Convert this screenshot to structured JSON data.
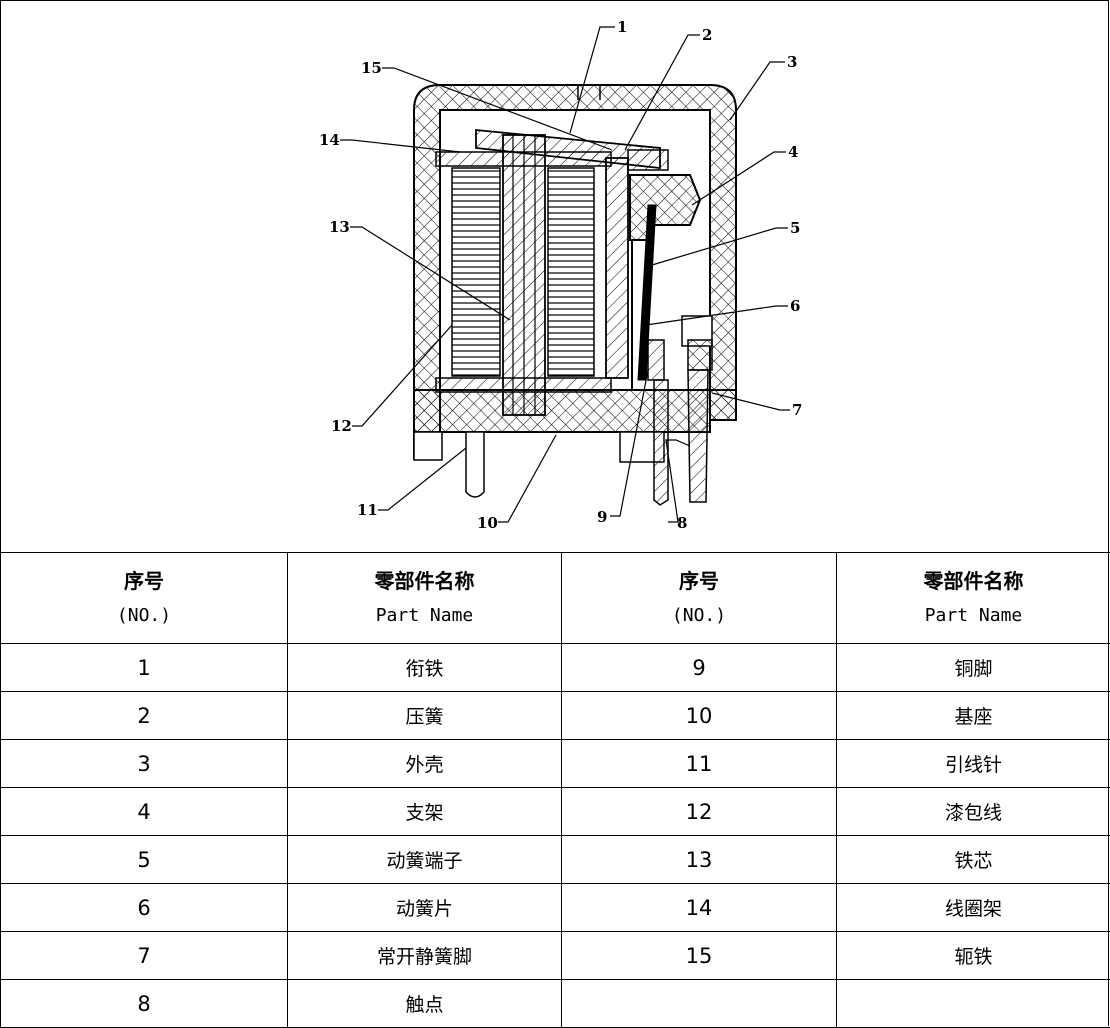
{
  "callouts": [
    "1",
    "2",
    "3",
    "4",
    "5",
    "6",
    "7",
    "8",
    "9",
    "10",
    "11",
    "12",
    "13",
    "14",
    "15"
  ],
  "table": {
    "header": {
      "no_cn": "序号",
      "no_en": "(NO.)",
      "name_cn": "零部件名称",
      "name_en": "Part Name"
    },
    "rows": [
      {
        "no1": "1",
        "name1": "衔铁",
        "no2": "9",
        "name2": "铜脚"
      },
      {
        "no1": "2",
        "name1": "压簧",
        "no2": "10",
        "name2": "基座"
      },
      {
        "no1": "3",
        "name1": "外壳",
        "no2": "11",
        "name2": "引线针"
      },
      {
        "no1": "4",
        "name1": "支架",
        "no2": "12",
        "name2": "漆包线"
      },
      {
        "no1": "5",
        "name1": "动簧端子",
        "no2": "13",
        "name2": "铁芯"
      },
      {
        "no1": "6",
        "name1": "动簧片",
        "no2": "14",
        "name2": "线圈架"
      },
      {
        "no1": "7",
        "name1": "常开静簧脚",
        "no2": "15",
        "name2": "轭铁"
      },
      {
        "no1": "8",
        "name1": "触点",
        "no2": "",
        "name2": ""
      }
    ]
  }
}
